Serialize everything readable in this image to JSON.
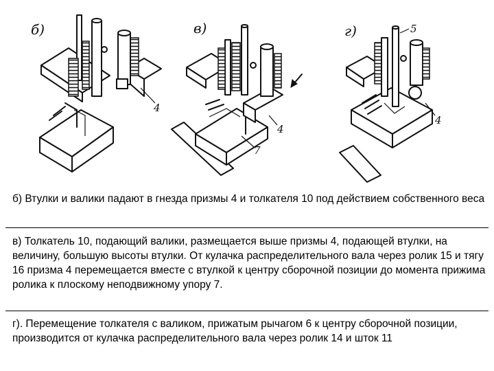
{
  "figure": {
    "panels": [
      {
        "label": "б)",
        "callouts": [
          "4"
        ]
      },
      {
        "label": "в)",
        "callouts": [
          "4",
          "7"
        ]
      },
      {
        "label": "г)",
        "callouts": [
          "5",
          "4"
        ]
      }
    ]
  },
  "captions": {
    "b": "б) Втулки и валики падают в гнезда призмы 4 и толкателя 10 под действием собственного веса",
    "v": "в) Толкатель 10, подающий валики, размещается выше призмы 4, подающей втулки, на величину, большую высоты втулки. От кулачка распределительного вала через ролик 15 и тягу 16 призма 4 перемещается вместе с втулкой к центру сборочной позиции до момента прижима ролика к плоскому неподвижному упору 7.",
    "g": "г). Перемещение толкателя с валиком, прижатым рычагом 6 к центру сборочной позиции, производится от кулачка распределительного вала через ролик 14 и шток 11"
  }
}
